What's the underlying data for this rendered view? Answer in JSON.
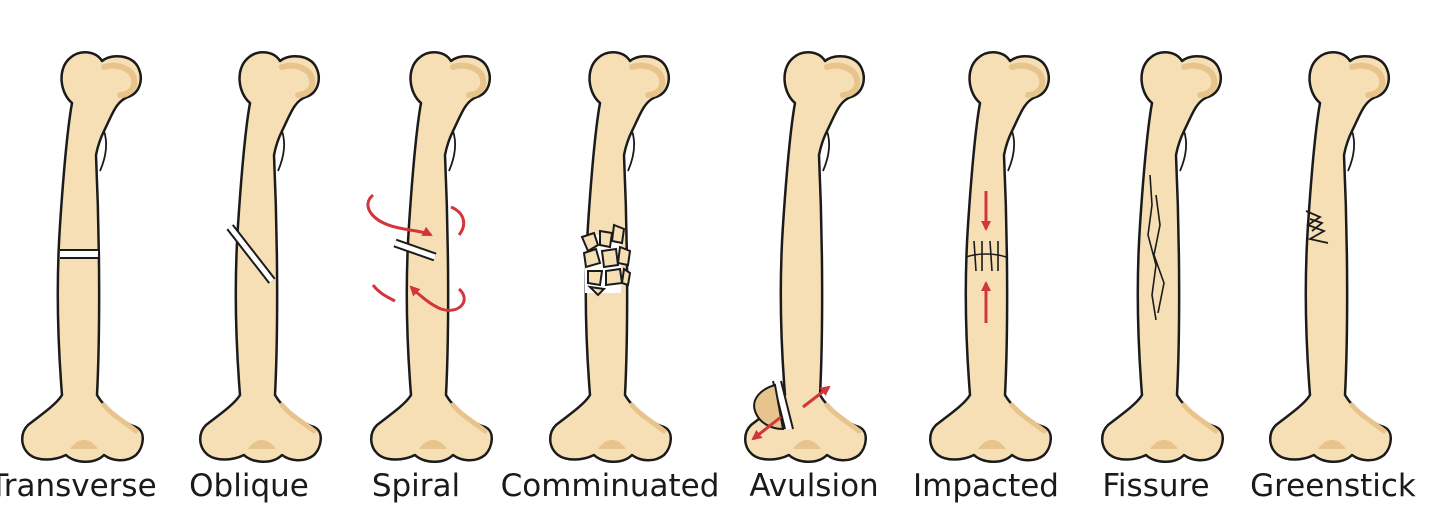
{
  "diagram": {
    "fractures": [
      {
        "id": "transverse",
        "label": "Transverse"
      },
      {
        "id": "oblique",
        "label": "Oblique"
      },
      {
        "id": "spiral",
        "label": "Spiral"
      },
      {
        "id": "comminuated",
        "label": "Comminuated"
      },
      {
        "id": "avulsion",
        "label": "Avulsion"
      },
      {
        "id": "impacted",
        "label": "Impacted"
      },
      {
        "id": "fissure",
        "label": "Fissure"
      },
      {
        "id": "greenstick",
        "label": "Greenstick"
      }
    ]
  },
  "colors": {
    "bone_fill": "#f6dfb4",
    "bone_shade": "#e7c48c",
    "outline": "#1b1b1b",
    "arrow": "#d2353b",
    "background": "#ffffff"
  }
}
